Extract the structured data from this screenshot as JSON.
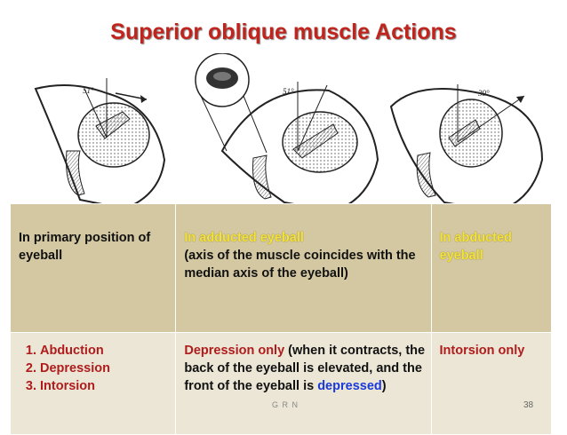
{
  "title": "Superior oblique  muscle Actions",
  "figure": {
    "angles": [
      "51°",
      "51°",
      "39°"
    ]
  },
  "table": {
    "header": {
      "col1": "In primary position of eyeball",
      "col2_title": "In adducted eyeball",
      "col2_note": "(axis of the muscle  coincides with the median axis of the eyeball)",
      "col3": "In abducted eyeball"
    },
    "row": {
      "actions": [
        "Abduction",
        "Depression",
        "Intorsion"
      ],
      "col2_a": "Depression only",
      "col2_b": " (when it contracts, the back of the eyeball is elevated, and the front of the eyeball is ",
      "col2_c": "depressed",
      "col2_d": ")",
      "col3": "Intorsion only"
    }
  },
  "footer": {
    "author": "G R N",
    "page": "38"
  },
  "colors": {
    "title": "#c0241c",
    "header_bg": "#d3c8a2",
    "row_bg": "#ebe6d6",
    "highlight_yellow": "#f4e33a",
    "text_red": "#b01c1c",
    "text_blue": "#1a3ad8"
  }
}
